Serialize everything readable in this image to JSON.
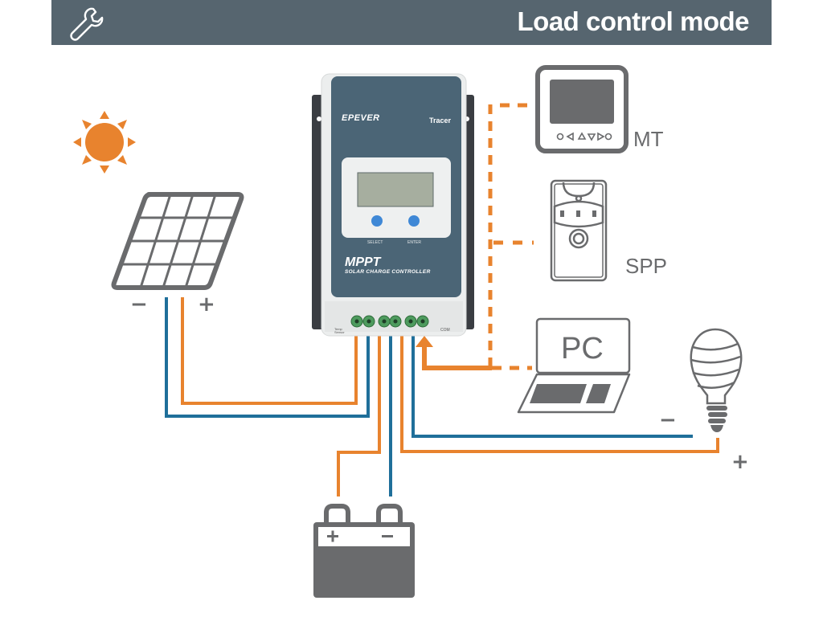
{
  "header": {
    "title": "Load control mode",
    "icon": "wrench-icon",
    "background": "#56656f"
  },
  "colors": {
    "positive_wire": "#e8832e",
    "negative_wire": "#1f6f9a",
    "icon_gray": "#6a6b6d",
    "sun": "#e8832e"
  },
  "controller": {
    "brand": "EPEVER",
    "model": "Tracer",
    "type": "MPPT",
    "subtitle": "SOLAR CHARGE CONTROLLER",
    "buttons": [
      "SELECT",
      "ENTER"
    ],
    "terminal_labels": [
      "Temp Sensor",
      "COM"
    ],
    "terminal_groups": [
      "solar-panel",
      "battery",
      "load"
    ]
  },
  "components": {
    "sun": "sun-icon",
    "solar_panel": {
      "icon": "solar-panel-icon",
      "negative": "−",
      "positive": "+"
    },
    "battery": {
      "icon": "battery-icon",
      "positive": "+",
      "negative": "−"
    },
    "load": {
      "icon": "light-bulb-icon",
      "negative": "−",
      "positive": "+"
    },
    "accessories": [
      {
        "name": "MT",
        "icon": "remote-meter-icon",
        "label": "MT"
      },
      {
        "name": "SPP",
        "icon": "surge-protector-icon",
        "label": "SPP"
      },
      {
        "name": "PC",
        "icon": "laptop-icon",
        "label": "PC"
      }
    ]
  }
}
